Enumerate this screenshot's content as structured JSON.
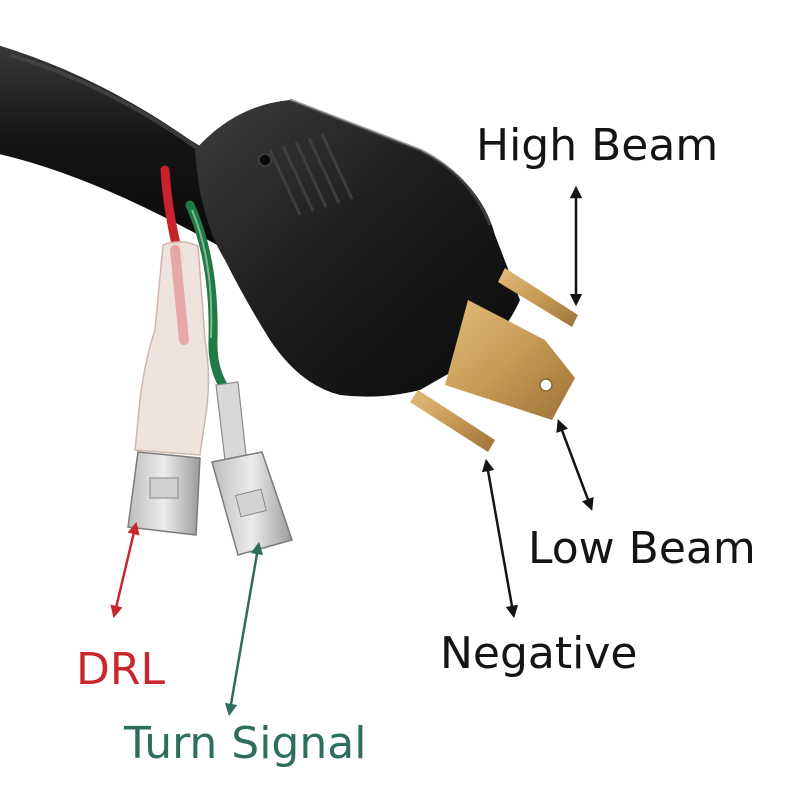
{
  "labels": {
    "high_beam": "High Beam",
    "low_beam": "Low Beam",
    "negative": "Negative",
    "drl": "DRL",
    "turn_signal": "Turn Signal"
  },
  "colors": {
    "background": "#ffffff",
    "label_black": "#141414",
    "drl_red": "#c8282d",
    "turn_signal_teal": "#2d6e5f",
    "cable_black": "#1b1b1b",
    "brass_terminal": "#c79a55",
    "red_wire": "#c8222a",
    "green_wire": "#1f7a45"
  }
}
